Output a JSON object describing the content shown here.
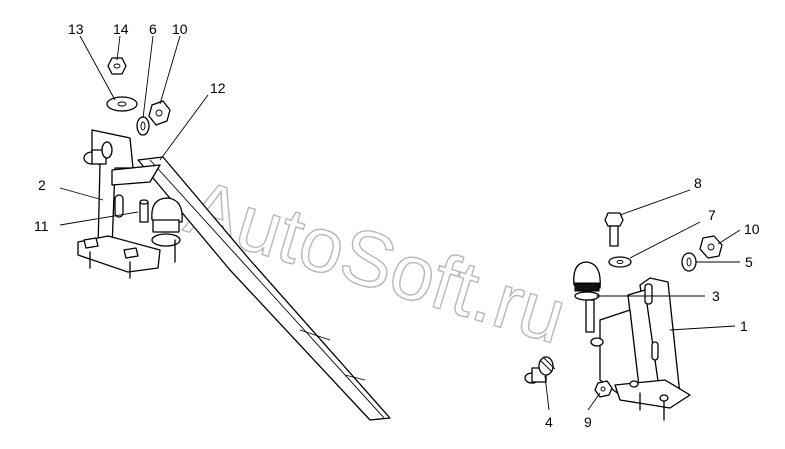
{
  "watermark": "AutoSoft.ru",
  "callouts": {
    "c13": "13",
    "c14": "14",
    "c6": "6",
    "c10a": "10",
    "c12": "12",
    "c2": "2",
    "c11": "11",
    "c8": "8",
    "c7": "7",
    "c10b": "10",
    "c5": "5",
    "c3": "3",
    "c1": "1",
    "c4": "4",
    "c9": "9"
  }
}
